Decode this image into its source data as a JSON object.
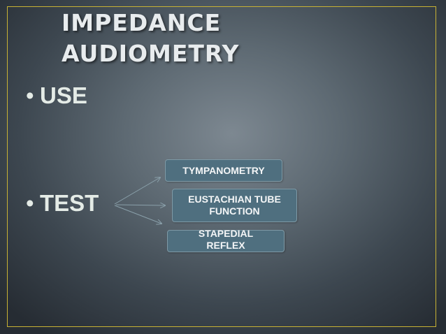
{
  "slide": {
    "title_line_1": "IMPEDANCE",
    "title_line_2": "AUDIOMETRY",
    "bullet_glyph": "•",
    "bullets": [
      "USE",
      "TEST"
    ],
    "test_items": [
      "TYMPANOMETRY",
      "EUSTACHIAN TUBE FUNCTION",
      "STAPEDIAL REFLEX"
    ]
  },
  "colors": {
    "frame_border": "#c8b234",
    "box_fill": "#4f6f7f",
    "text": "#e8ecee"
  }
}
